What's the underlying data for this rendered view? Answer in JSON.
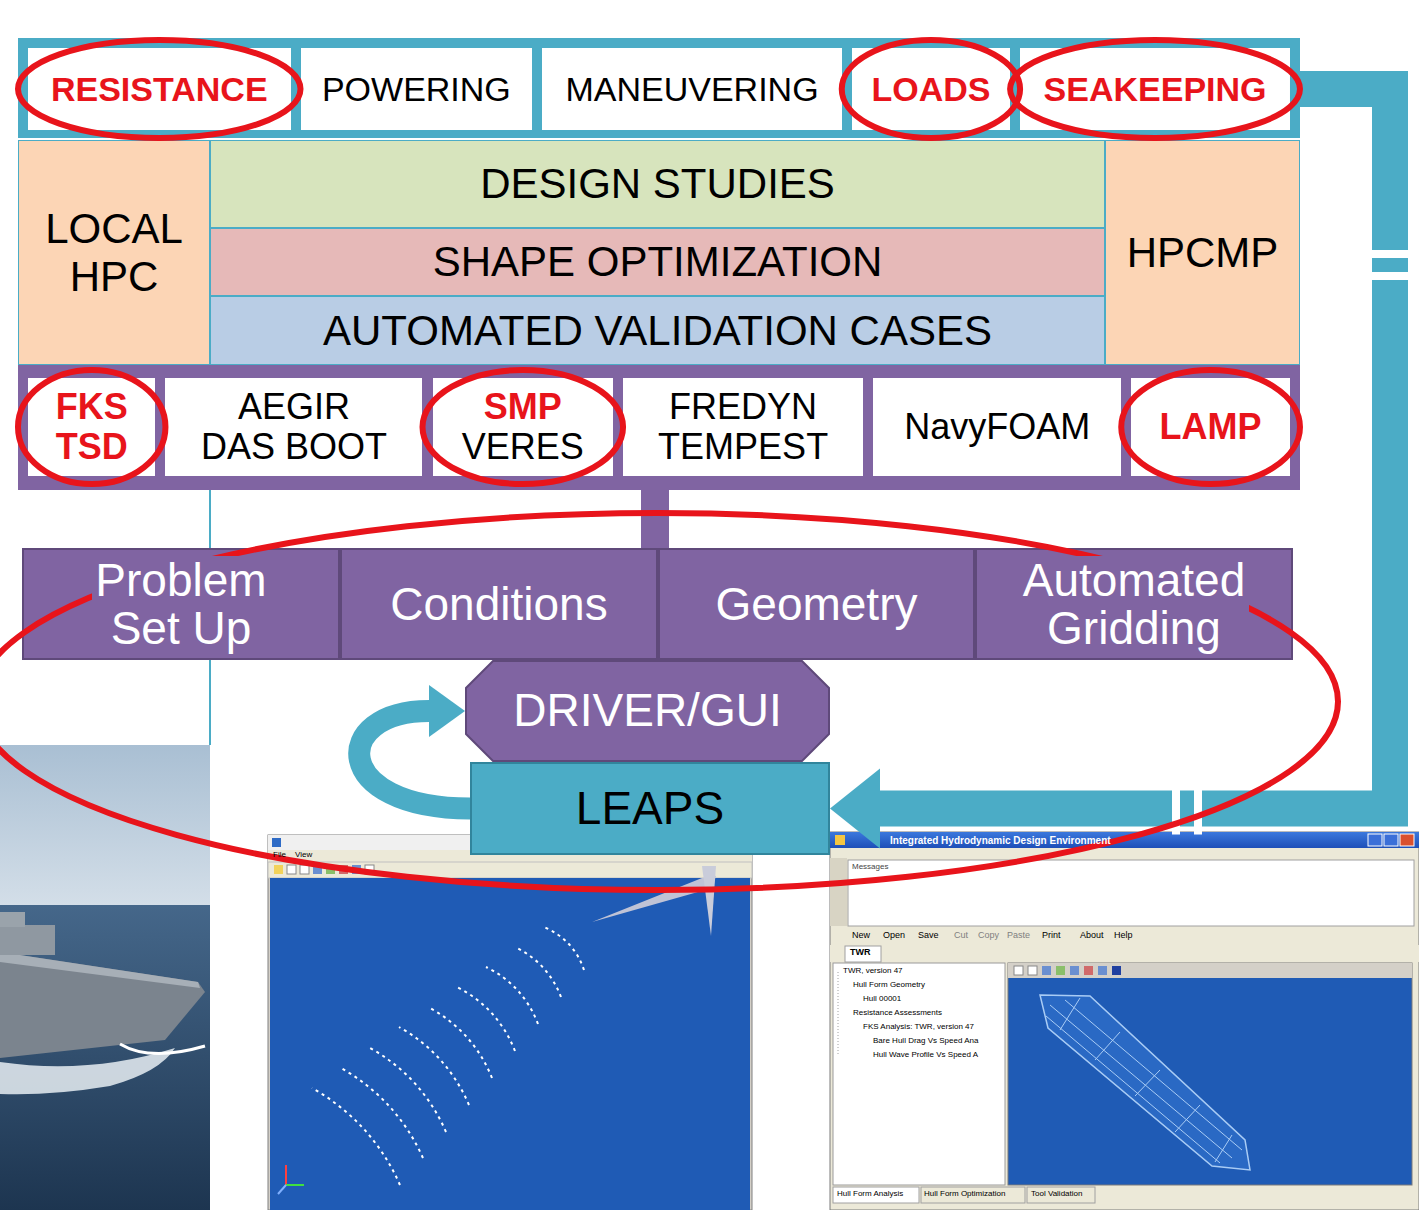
{
  "diagram": {
    "nodes": [
      {
        "text": [
          "RESISTANCE"
        ]
      },
      {
        "text": [
          "POWERING"
        ]
      },
      {
        "text": [
          "MANEUVERING"
        ]
      },
      {
        "text": [
          "LOADS"
        ]
      },
      {
        "text": [
          "SEAKEEPING"
        ]
      },
      {
        "text": [
          "LOCAL HPC"
        ]
      },
      {
        "text": [
          "DESIGN STUDIES"
        ]
      },
      {
        "text": [
          "SHAPE OPTIMIZATION"
        ]
      },
      {
        "text": [
          "AUTOMATED VALIDATION CASES"
        ]
      },
      {
        "text": [
          "HPCMP"
        ]
      },
      {
        "text": [
          "FKS TSD"
        ]
      },
      {
        "text": [
          "AEGIR DAS BOOT"
        ]
      },
      {
        "text": [
          "SMP",
          "VERES"
        ]
      },
      {
        "text": [
          "FREDYN TEMPEST"
        ]
      },
      {
        "text": [
          "NavyFOAM"
        ]
      },
      {
        "text": [
          "LAMP"
        ]
      },
      {
        "text": [
          "Problem Set Up"
        ]
      },
      {
        "text": [
          "Conditions"
        ]
      },
      {
        "text": [
          "Geometry"
        ]
      },
      {
        "text": [
          "Automated Gridding"
        ]
      },
      {
        "text": [
          "DRIVER/GUI"
        ]
      },
      {
        "text": [
          "LEAPS"
        ]
      }
    ],
    "edges": [
      {
        "from": 4,
        "to": 21,
        "arrow": "to"
      },
      {
        "from": 21,
        "to": 20,
        "arrow": "to"
      }
    ],
    "labels": [
      "File",
      "View",
      "Integrated Hydrodynamic Design Environment",
      "Messages",
      "New",
      "Open",
      "Save",
      "Cut",
      "Copy",
      "Paste",
      "Print",
      "About",
      "Help",
      "TWR",
      "TWR, version 47",
      "Hull Form Geometry",
      "Hull 00001",
      "Resistance Assessments",
      "FKS Analysis: TWR, version 47",
      "Bare Hull Drag Vs Speed Ana",
      "Hull Wave Profile Vs Speed A",
      "Hull Form Analysis",
      "Hull Form Optimization",
      "Tool Validation"
    ]
  }
}
